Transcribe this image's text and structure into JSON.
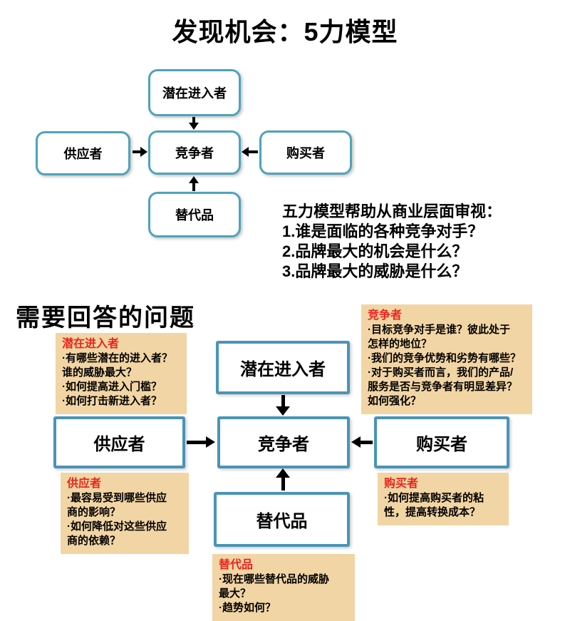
{
  "colors": {
    "teal": "#4FA3BC",
    "blue": "#4A94B8",
    "tan": "#F2D5A4",
    "red": "#E8251C",
    "arrow": "#000000"
  },
  "title": "发现机会：5力模型",
  "section_title": "需要回答的问题",
  "top_diagram": {
    "potential": "潜在进入者",
    "supplier": "供应者",
    "competitor": "竞争者",
    "buyer": "购买者",
    "substitute": "替代品"
  },
  "insight": {
    "heading": "五力模型帮助从商业层面审视：",
    "items": [
      "1.谁是面临的各种竞争对手？",
      "2.品牌最大的机会是什么？",
      "3.品牌最大的威胁是什么？"
    ]
  },
  "bottom_diagram": {
    "potential": "潜在进入者",
    "supplier": "供应者",
    "competitor": "竞争者",
    "buyer": "购买者",
    "substitute": "替代品"
  },
  "annotations": {
    "potential": {
      "title": "潜在进入者",
      "lines": [
        "·有哪些潜在的进入者？",
        "谁的威胁最大？",
        "·如何提高进入门槛？",
        "·如何打击新进入者？"
      ]
    },
    "competitor": {
      "title": "竞争者",
      "lines": [
        "·目标竞争对手是谁？彼此处于",
        "怎样的地位？",
        "·我们的竞争优势和劣势有哪些？",
        "·对于购买者而言，我们的产品/",
        "服务是否与竞争者有明显差异？",
        "如何强化？"
      ]
    },
    "supplier": {
      "title": "供应者",
      "lines": [
        "·最容易受到哪些供应",
        "商的影响？",
        "·如何降低对这些供应",
        "商的依赖？"
      ]
    },
    "buyer": {
      "title": "购买者",
      "lines": [
        "·如何提高购买者的粘",
        "性，提高转换成本？"
      ]
    },
    "substitute": {
      "title": "替代品",
      "lines": [
        "·现在哪些替代品的威胁",
        "最大？",
        "·趋势如何？"
      ]
    }
  }
}
